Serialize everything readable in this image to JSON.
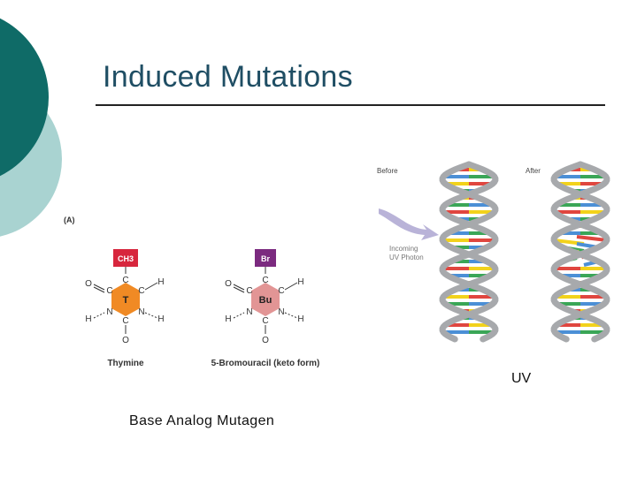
{
  "slide": {
    "title": "Induced Mutations",
    "caption_left": "Base Analog Mutagen",
    "caption_right": "UV"
  },
  "molecules_figure": {
    "panel_label": "(A)",
    "thymine": {
      "name": "Thymine",
      "substituent": "CH3",
      "ring_label": "T",
      "ring_color": "#f08a24",
      "substituent_color": "#d7263d"
    },
    "bromouracil": {
      "name": "5-Bromouracil (keto form)",
      "substituent": "Br",
      "ring_label": "Bu",
      "ring_color": "#e29595",
      "substituent_color": "#7b2a7f"
    },
    "atoms": {
      "carbon": "C",
      "nitrogen": "N",
      "oxygen": "O",
      "hydrogen": "H"
    }
  },
  "dna_figure": {
    "label_before": "Before",
    "label_after": "After",
    "label_incoming_line1": "Incoming",
    "label_incoming_line2": "UV Photon",
    "backbone_color": "#a7a9ac",
    "base_colors": [
      "#f2d21b",
      "#3aa657",
      "#e0463f",
      "#4b8fd6"
    ]
  },
  "theme": {
    "title_color": "#1f4e64",
    "deco_dark": "#0f6b67",
    "deco_light": "#a9d3d1"
  }
}
